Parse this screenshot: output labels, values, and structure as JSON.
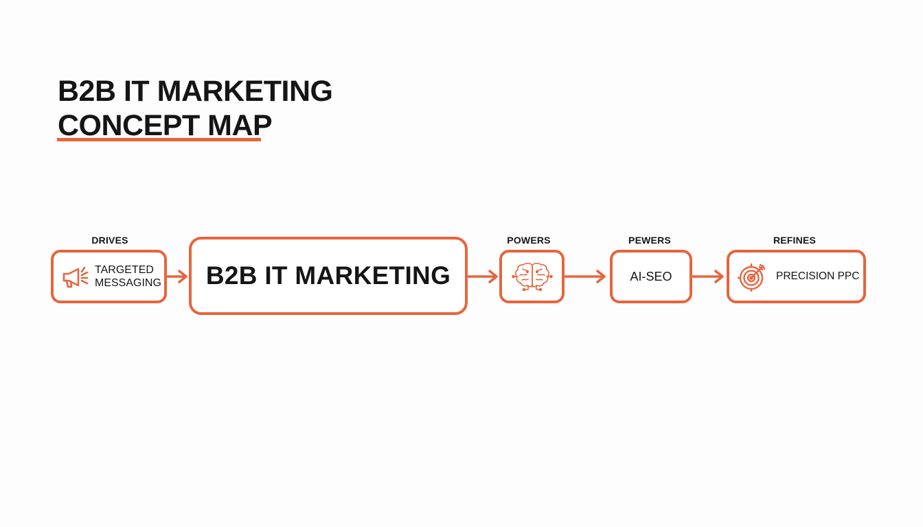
{
  "header": {
    "title_line1": "B2B IT MARKETING",
    "title_line2": "CONCEPT MAP"
  },
  "colors": {
    "accent": "#e8643c",
    "text": "#151515",
    "background": "#fdfdfd"
  },
  "nodes": {
    "targeted_messaging": {
      "line1": "TARGETED",
      "line2": "MESSAGING",
      "icon": "megaphone-icon"
    },
    "b2b_it_marketing": {
      "label": "B2B IT MARKETING"
    },
    "ai_brain": {
      "icon": "brain-circuit-icon"
    },
    "ai_seo": {
      "label": "AI-SEO"
    },
    "precision_ppc": {
      "label": "PRECISION PPC",
      "icon": "target-icon"
    }
  },
  "edge_labels": {
    "drives": "DRIVES",
    "powers": "POWERS",
    "pewers": "PEWERS",
    "refines": "REFINES"
  }
}
